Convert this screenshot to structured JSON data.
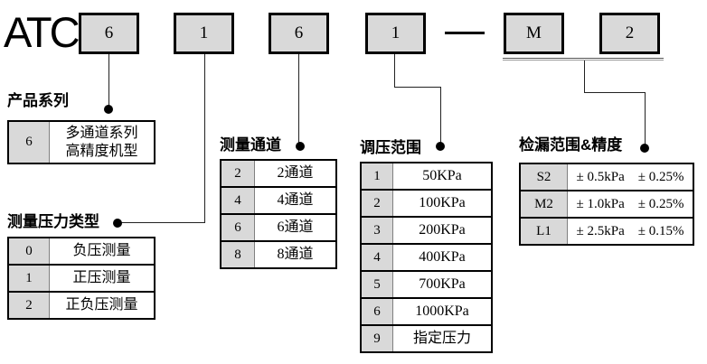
{
  "brand": "ATC",
  "model_code": {
    "boxes": [
      "6",
      "1",
      "6",
      "1",
      "M",
      "2"
    ],
    "separator": "—"
  },
  "sections": [
    {
      "title": "产品系列",
      "rows": [
        {
          "code": "6",
          "value": "多通道系列\n高精度机型"
        }
      ]
    },
    {
      "title": "测量压力类型",
      "rows": [
        {
          "code": "0",
          "value": "负压测量"
        },
        {
          "code": "1",
          "value": "正压测量"
        },
        {
          "code": "2",
          "value": "正负压测量"
        }
      ]
    },
    {
      "title": "测量通道",
      "rows": [
        {
          "code": "2",
          "value": "2通道"
        },
        {
          "code": "4",
          "value": "4通道"
        },
        {
          "code": "6",
          "value": "6通道"
        },
        {
          "code": "8",
          "value": "8通道"
        }
      ]
    },
    {
      "title": "调压范围",
      "rows": [
        {
          "code": "1",
          "value": "50KPa"
        },
        {
          "code": "2",
          "value": "100KPa"
        },
        {
          "code": "3",
          "value": "200KPa"
        },
        {
          "code": "4",
          "value": "400KPa"
        },
        {
          "code": "5",
          "value": "700KPa"
        },
        {
          "code": "6",
          "value": "1000KPa"
        },
        {
          "code": "9",
          "value": "指定压力"
        }
      ]
    },
    {
      "title": "检漏范围&精度",
      "rows": [
        {
          "code": "S2",
          "value": "± 0.5kPa　± 0.25%"
        },
        {
          "code": "M2",
          "value": "± 1.0kPa　± 0.25%"
        },
        {
          "code": "L1",
          "value": "± 2.5kPa　± 0.15%"
        }
      ]
    }
  ],
  "colors": {
    "box_fill": "#d9d9d9",
    "table_code_fill": "#d9d9d9",
    "border": "#000000",
    "connector": "#222222"
  }
}
